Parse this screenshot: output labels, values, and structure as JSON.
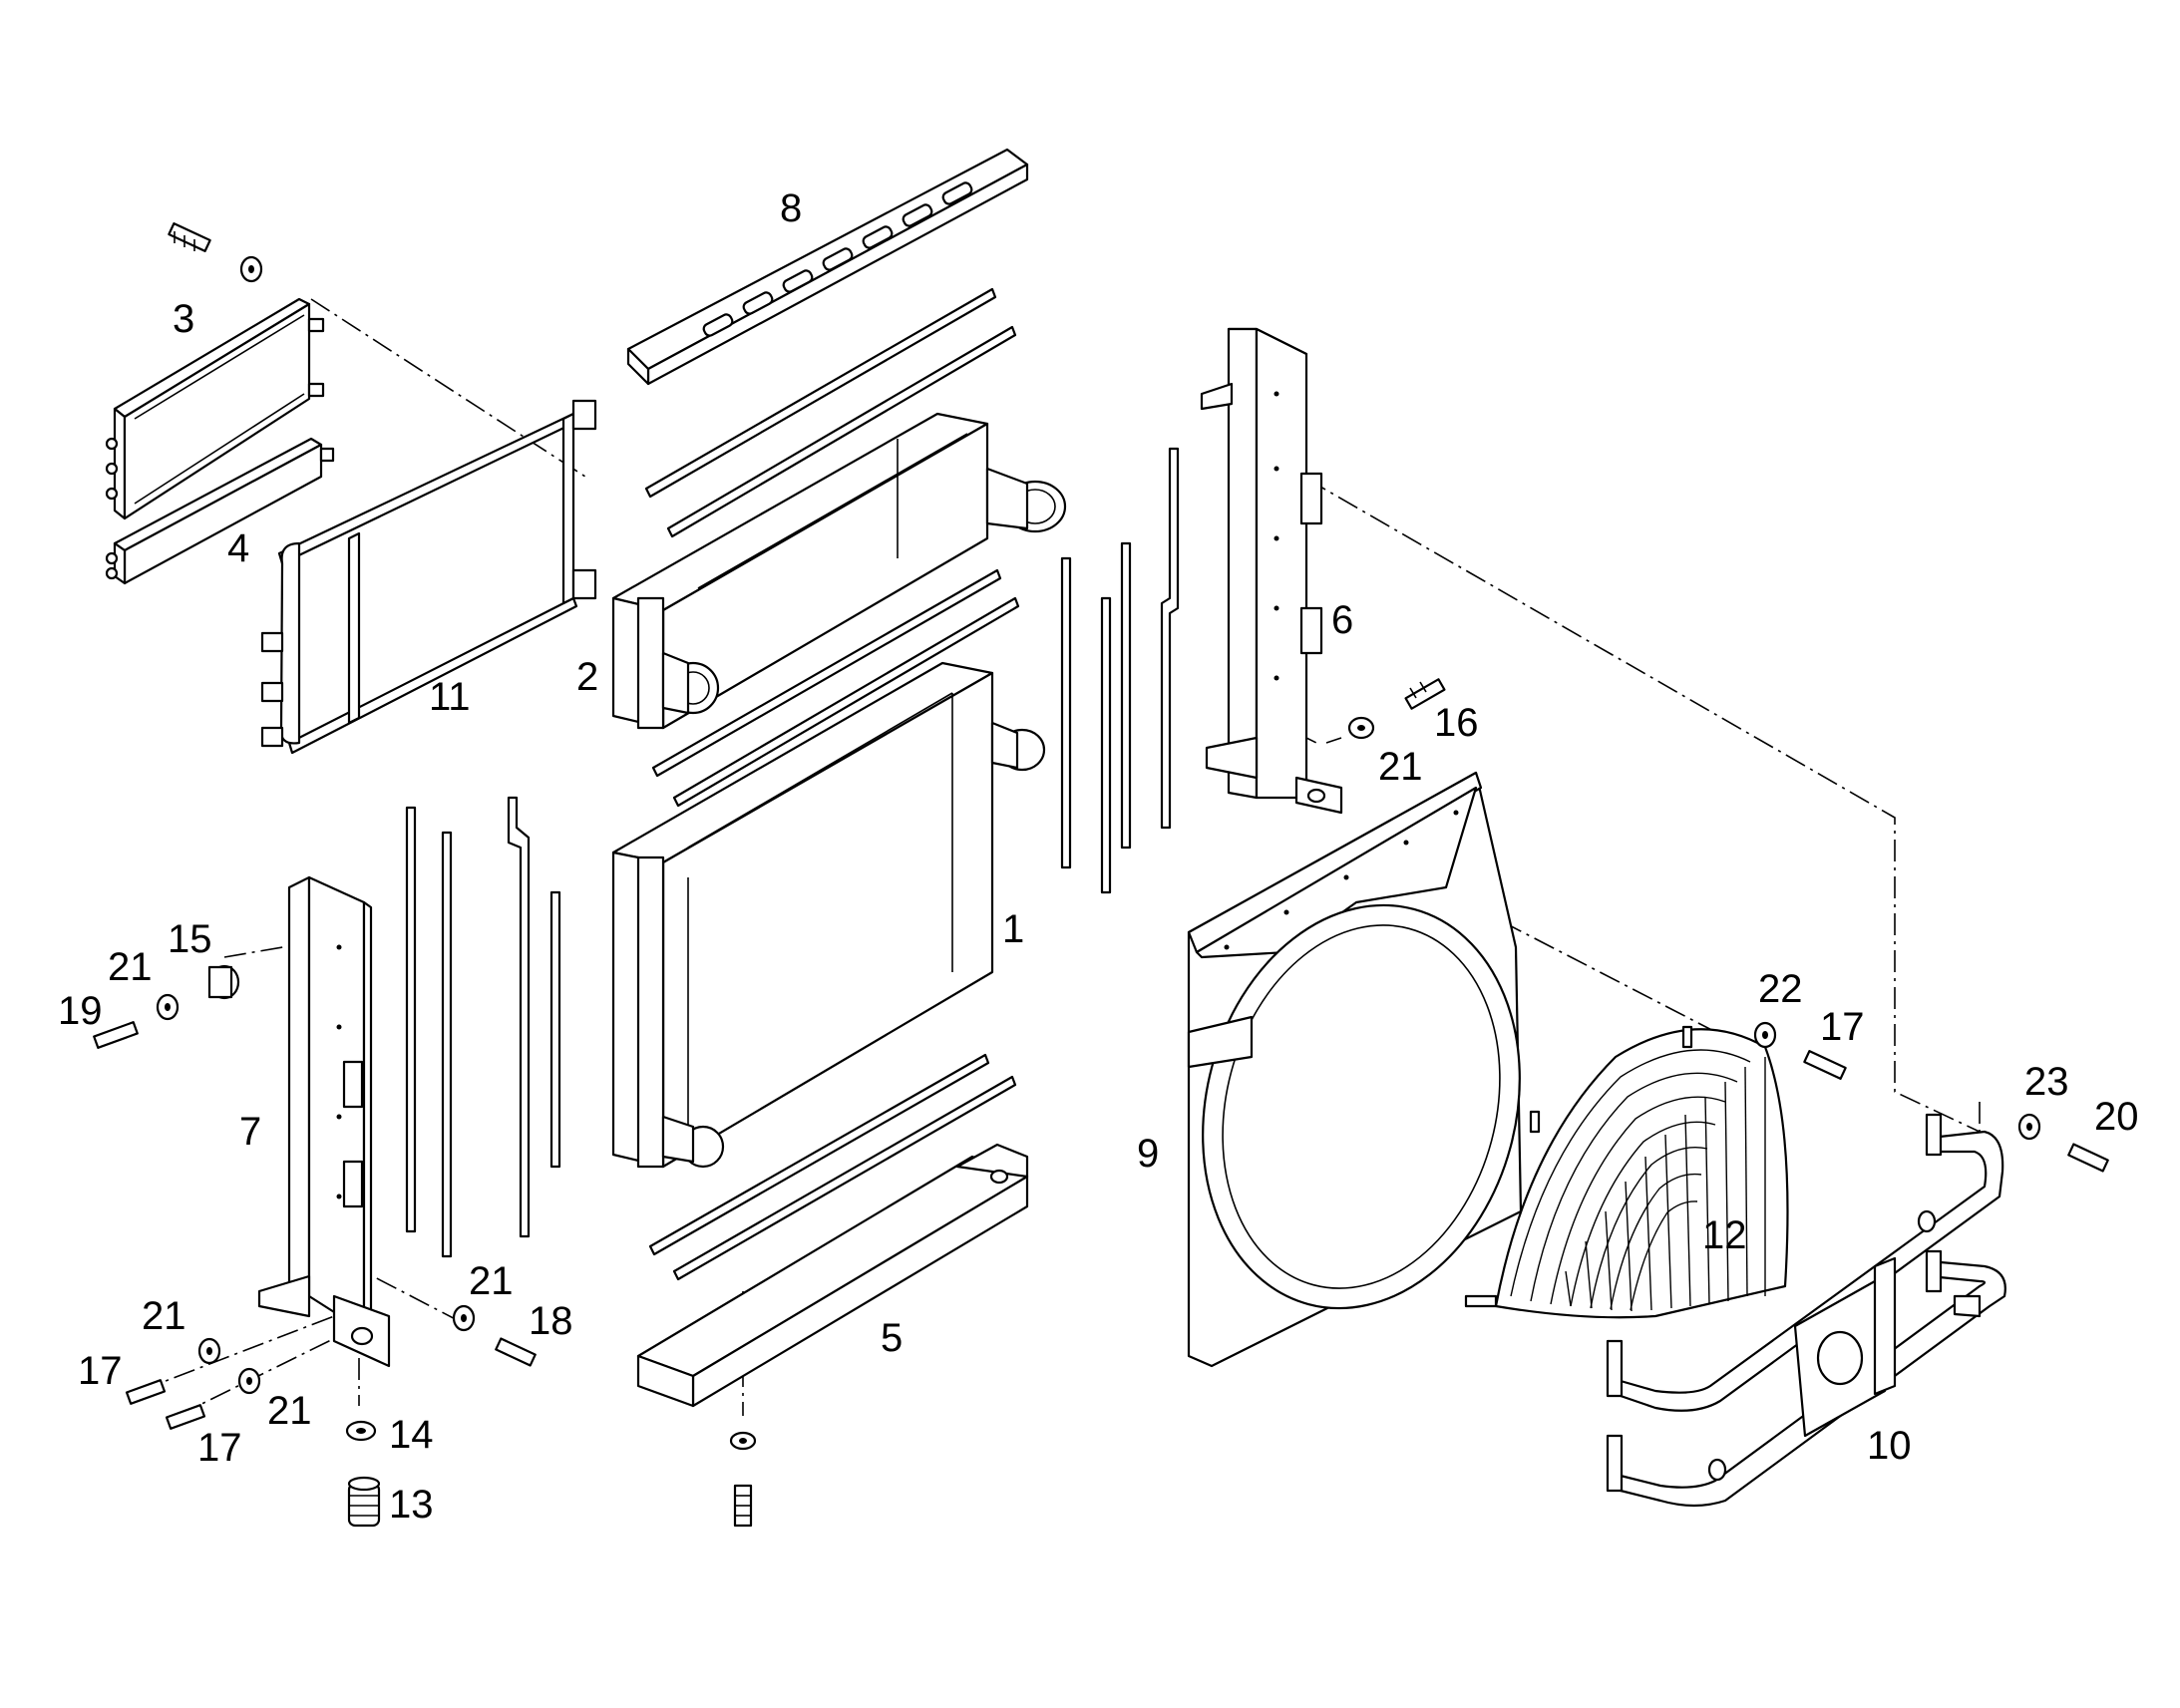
{
  "callouts": {
    "c1": "1",
    "c2": "2",
    "c3": "3",
    "c4": "4",
    "c5": "5",
    "c6": "6",
    "c7": "7",
    "c8": "8",
    "c9": "9",
    "c10": "10",
    "c11": "11",
    "c12": "12",
    "c13": "13",
    "c14": "14",
    "c15": "15",
    "c16": "16",
    "c17a": "17",
    "c17b": "17",
    "c17c": "17",
    "c18": "18",
    "c19": "19",
    "c20": "20",
    "c21a": "21",
    "c21b": "21",
    "c21c": "21",
    "c21d": "21",
    "c21e": "21",
    "c22": "22",
    "c23": "23"
  },
  "colors": {
    "line": "#000000",
    "background": "#ffffff"
  }
}
